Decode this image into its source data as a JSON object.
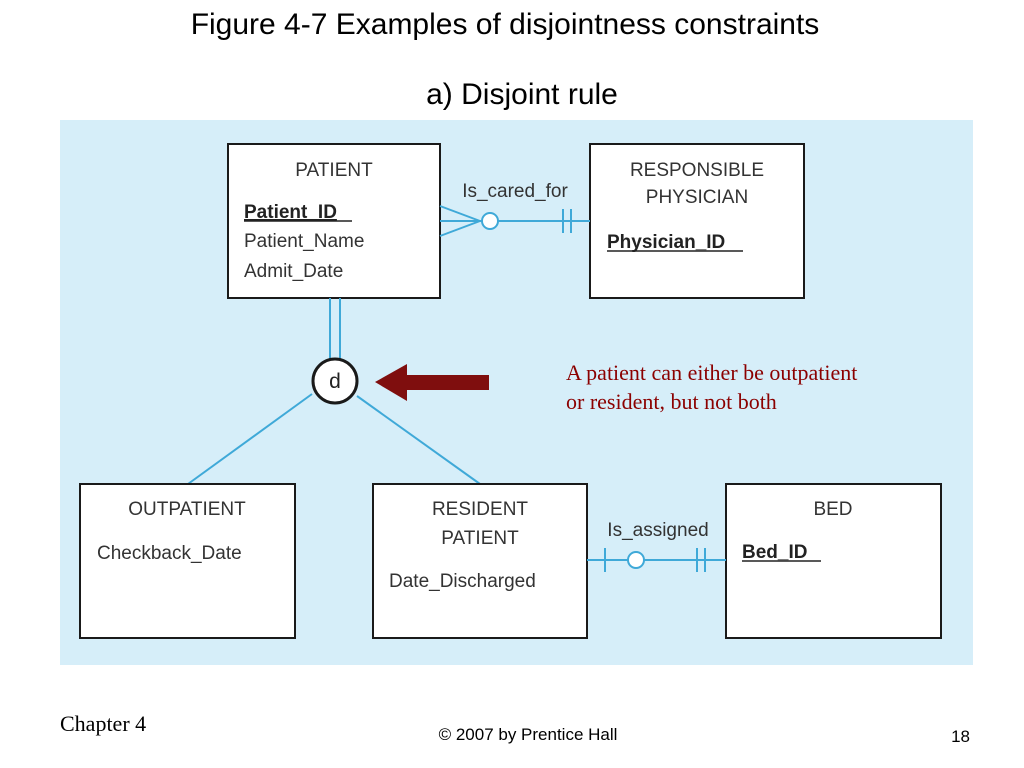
{
  "slide": {
    "title": "Figure 4-7 Examples of disjointness constraints",
    "subtitle": "a) Disjoint rule"
  },
  "diagram": {
    "entities": {
      "patient": {
        "name": "PATIENT",
        "attributes": [
          "Patient_ID",
          "Patient_Name",
          "Admit_Date"
        ]
      },
      "physician": {
        "name_line1": "RESPONSIBLE",
        "name_line2": "PHYSICIAN",
        "attributes": [
          "Physician_ID"
        ]
      },
      "outpatient": {
        "name": "OUTPATIENT",
        "attributes": [
          "Checkback_Date"
        ]
      },
      "resident": {
        "name_line1": "RESIDENT",
        "name_line2": "PATIENT",
        "attributes": [
          "Date_Discharged"
        ]
      },
      "bed": {
        "name": "BED",
        "attributes": [
          "Bed_ID"
        ]
      }
    },
    "relationships": {
      "cared_for": "Is_cared_for",
      "assigned": "Is_assigned"
    },
    "constraint_symbol": "d",
    "note_line1": "A patient can either be outpatient",
    "note_line2": "or resident, but not both"
  },
  "footer": {
    "chapter": "Chapter 4",
    "copyright": "© 2007 by Prentice Hall",
    "page": "18"
  },
  "colors": {
    "diagram_background": "#d6eef9",
    "line_color": "#3fa9d8",
    "arrow_color": "#7f0e0e",
    "note_color": "#8b0000"
  }
}
